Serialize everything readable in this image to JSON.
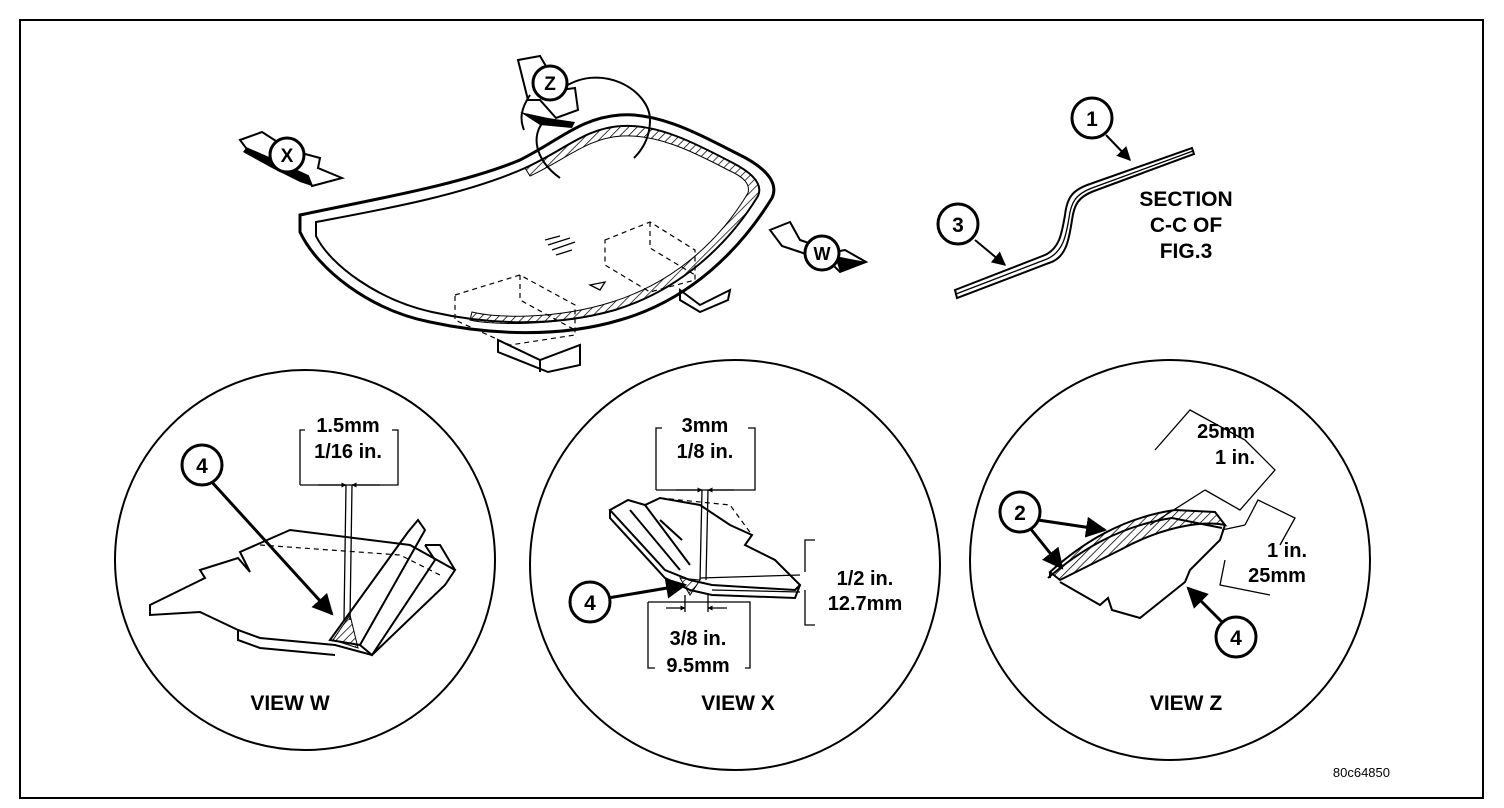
{
  "callouts": {
    "c1": "1",
    "c2": "2",
    "c3": "3",
    "c4": "4"
  },
  "view_arrows": {
    "x": "X",
    "z": "Z",
    "w": "W"
  },
  "section": {
    "line1": "SECTION",
    "line2": "C-C OF",
    "line3": "FIG.3"
  },
  "view_w": {
    "title": "VIEW W",
    "dim_mm": "1.5mm",
    "dim_in": "1/16 in."
  },
  "view_x": {
    "title": "VIEW X",
    "top_mm": "3mm",
    "top_in": "1/8 in.",
    "right_in": "1/2 in.",
    "right_mm": "12.7mm",
    "bottom_in": "3/8 in.",
    "bottom_mm": "9.5mm"
  },
  "view_z": {
    "title": "VIEW Z",
    "top_mm": "25mm",
    "top_in": "1 in.",
    "right_in": "1 in.",
    "right_mm": "25mm"
  },
  "figure_id": "80c64850"
}
